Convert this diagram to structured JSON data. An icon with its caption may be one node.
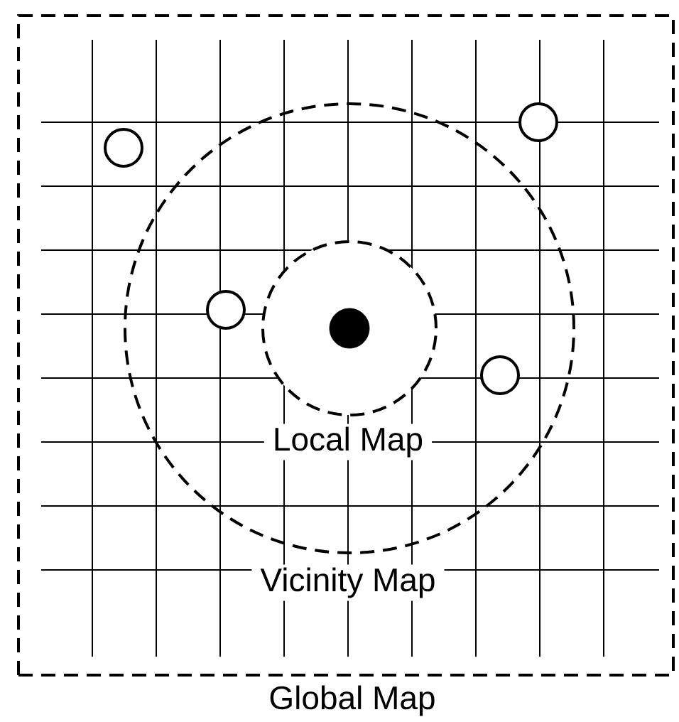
{
  "diagram": {
    "nodes": [
      {
        "text": [
          "Global Map"
        ]
      },
      {
        "text": [
          "Vicinity Map"
        ],
        "in": 0
      },
      {
        "text": [
          "Local Map"
        ],
        "in": 1
      },
      {
        "text": [],
        "shape": "dot",
        "in": 2
      },
      {
        "text": [],
        "shape": "circle",
        "in": 0
      },
      {
        "text": [],
        "shape": "circle",
        "in": 0
      },
      {
        "text": [],
        "shape": "circle",
        "in": 1
      },
      {
        "text": [],
        "shape": "circle",
        "in": 1
      }
    ]
  }
}
